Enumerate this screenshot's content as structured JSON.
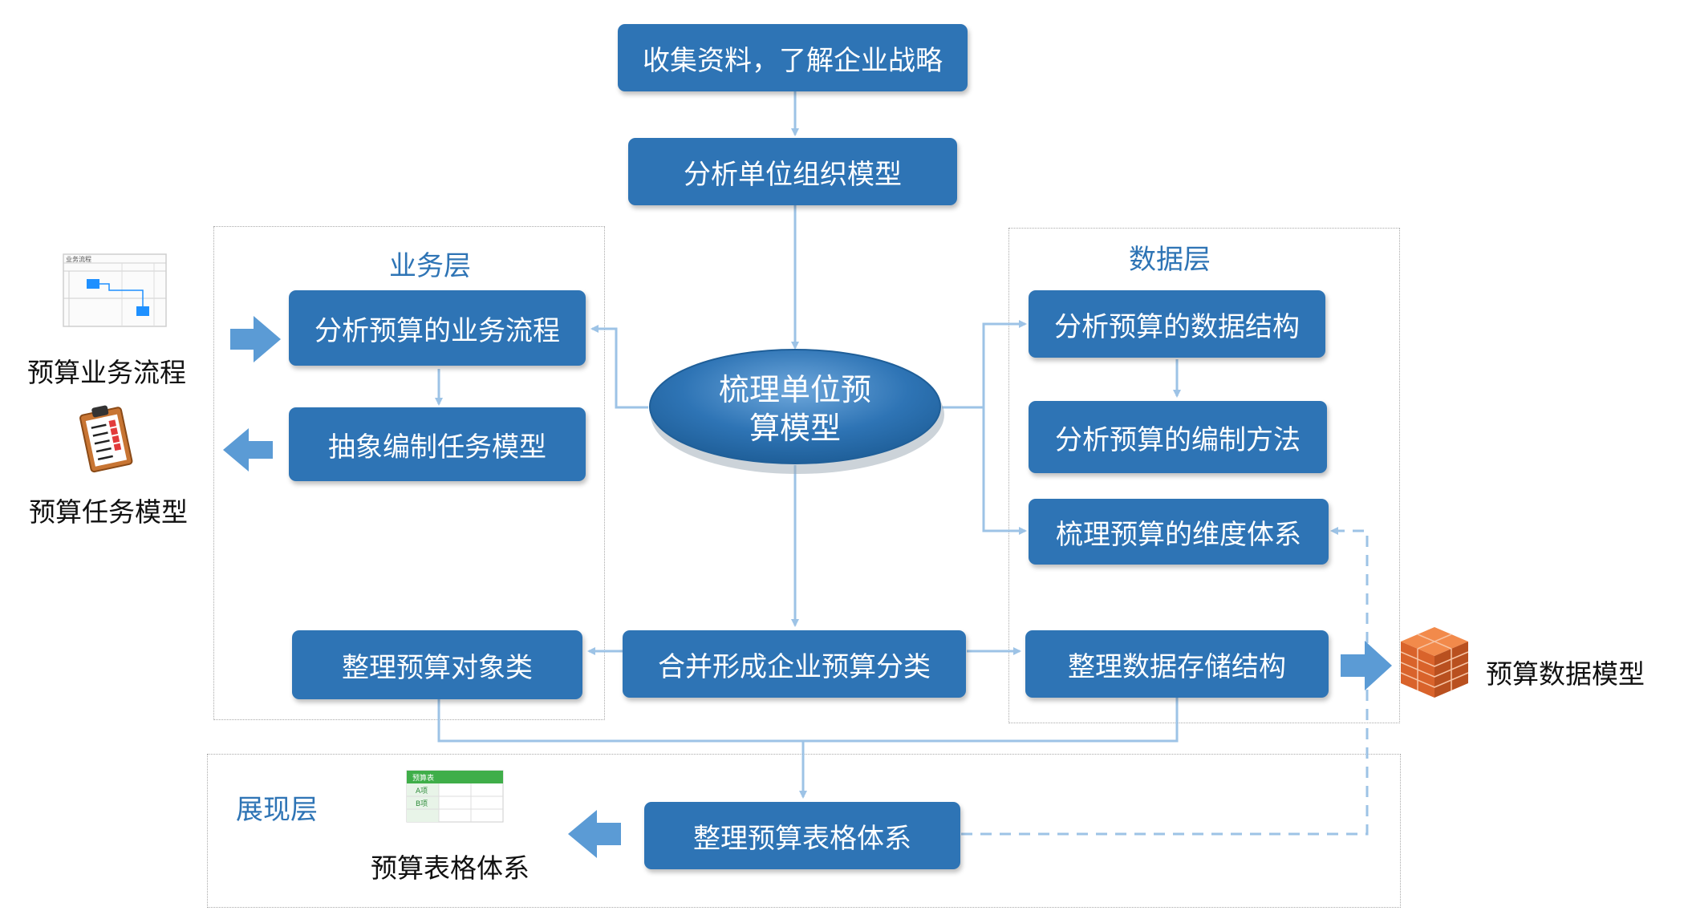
{
  "layers": {
    "business": "业务层",
    "data": "数据层",
    "presentation": "展现层"
  },
  "nodes": {
    "collect": "收集资料，了解企业战略",
    "analyze_org": "分析单位组织模型",
    "core_line1": "梳理单位预",
    "core_line2": "算模型",
    "biz_flow": "分析预算的业务流程",
    "abstract_task": "抽象编制任务模型",
    "data_struct": "分析预算的数据结构",
    "method": "分析预算的编制方法",
    "dimension": "梳理预算的维度体系",
    "object_class": "整理预算对象类",
    "merge": "合并形成企业预算分类",
    "storage": "整理数据存储结构",
    "table_system": "整理预算表格体系"
  },
  "side_labels": {
    "biz_flow": "预算业务流程",
    "task_model": "预算任务模型",
    "data_model": "预算数据模型",
    "table_system": "预算表格体系"
  },
  "thumbnails": {
    "flow_title": "业务流程",
    "sheet_title": "预算表",
    "sheet_row_a": "A项",
    "sheet_row_b": "B项"
  },
  "icons": {
    "flow": "flowchart-thumbnail-icon",
    "task": "clipboard-checklist-icon",
    "data": "brick-cube-icon",
    "sheet": "spreadsheet-icon"
  },
  "colors": {
    "box": "#2E74B5",
    "connector": "#9DC3E6",
    "layer_title": "#2E74B5",
    "big_arrow": "#5B9BD5"
  }
}
